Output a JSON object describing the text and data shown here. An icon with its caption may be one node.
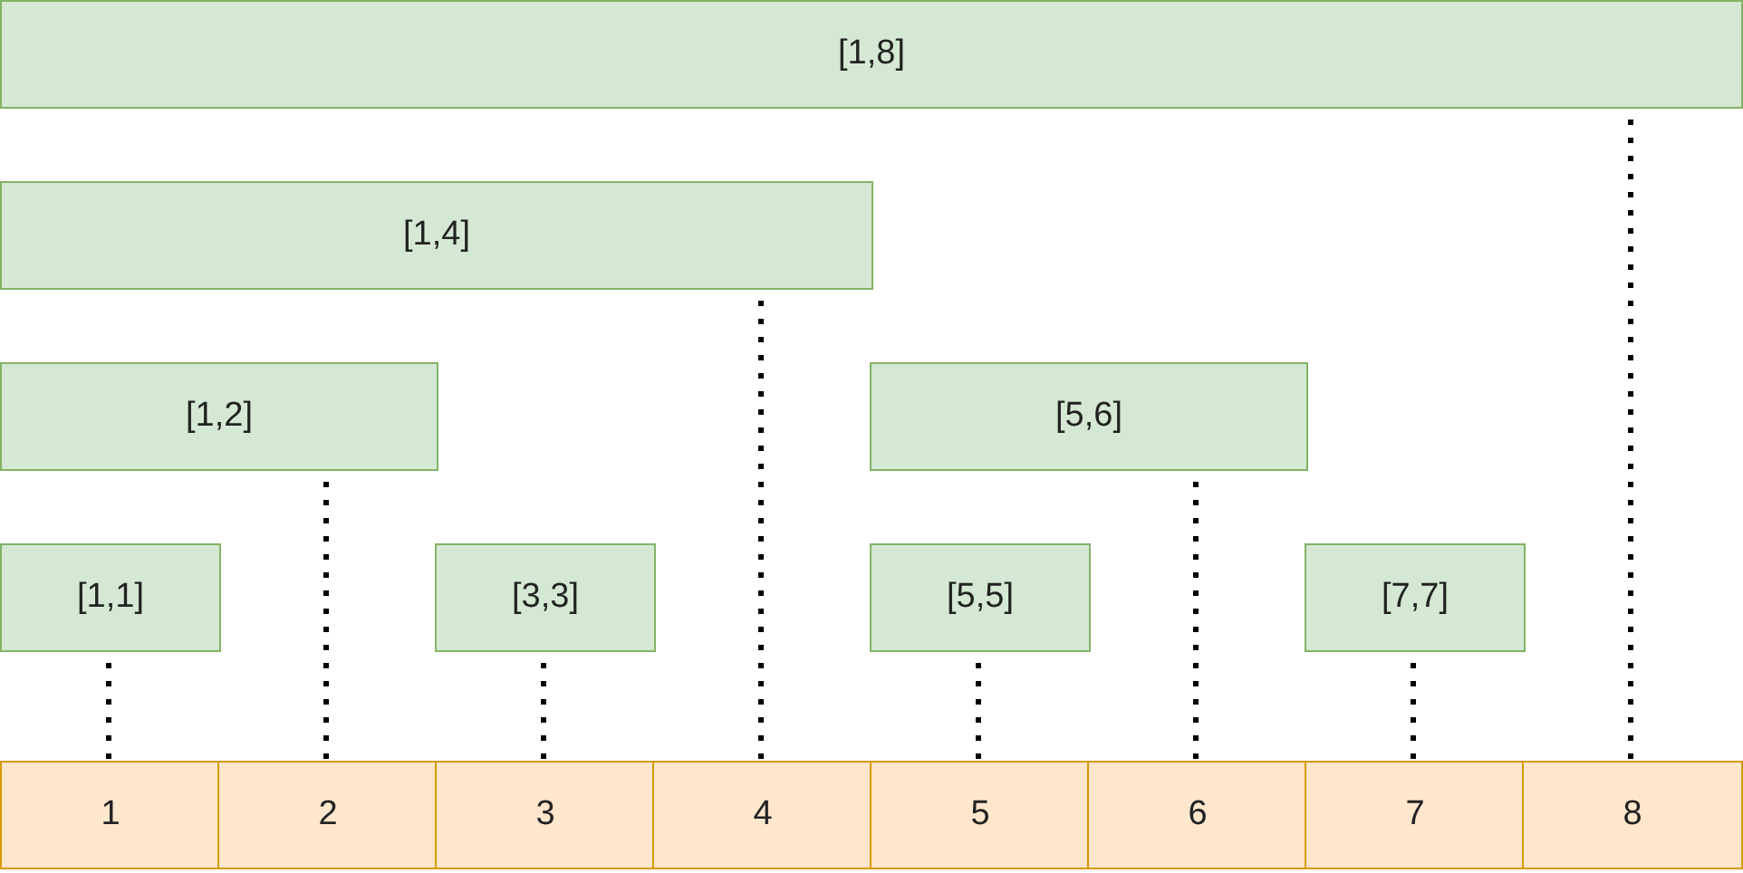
{
  "diagram": {
    "nodes": [
      {
        "text": [
          "[1,8]"
        ]
      },
      {
        "text": [
          "[1,4]"
        ]
      },
      {
        "text": [
          "[1,2]"
        ]
      },
      {
        "text": [
          "[5,6]"
        ]
      },
      {
        "text": [
          "[1,1]"
        ]
      },
      {
        "text": [
          "[3,3]"
        ]
      },
      {
        "text": [
          "[5,5]"
        ]
      },
      {
        "text": [
          "[7,7]"
        ]
      },
      {
        "text": [
          "1"
        ]
      },
      {
        "text": [
          "2"
        ]
      },
      {
        "text": [
          "3"
        ]
      },
      {
        "text": [
          "4"
        ]
      },
      {
        "text": [
          "5"
        ]
      },
      {
        "text": [
          "6"
        ]
      },
      {
        "text": [
          "7"
        ]
      },
      {
        "text": [
          "8"
        ]
      }
    ],
    "edges": [
      {
        "from": 4,
        "to": 8,
        "arrow": "none",
        "style": "dashed"
      },
      {
        "from": 2,
        "to": 9,
        "arrow": "none",
        "style": "dashed"
      },
      {
        "from": 5,
        "to": 10,
        "arrow": "none",
        "style": "dashed"
      },
      {
        "from": 1,
        "to": 11,
        "arrow": "none",
        "style": "dashed"
      },
      {
        "from": 6,
        "to": 12,
        "arrow": "none",
        "style": "dashed"
      },
      {
        "from": 3,
        "to": 13,
        "arrow": "none",
        "style": "dashed"
      },
      {
        "from": 7,
        "to": 14,
        "arrow": "none",
        "style": "dashed"
      },
      {
        "from": 0,
        "to": 15,
        "arrow": "none",
        "style": "dashed"
      }
    ]
  }
}
